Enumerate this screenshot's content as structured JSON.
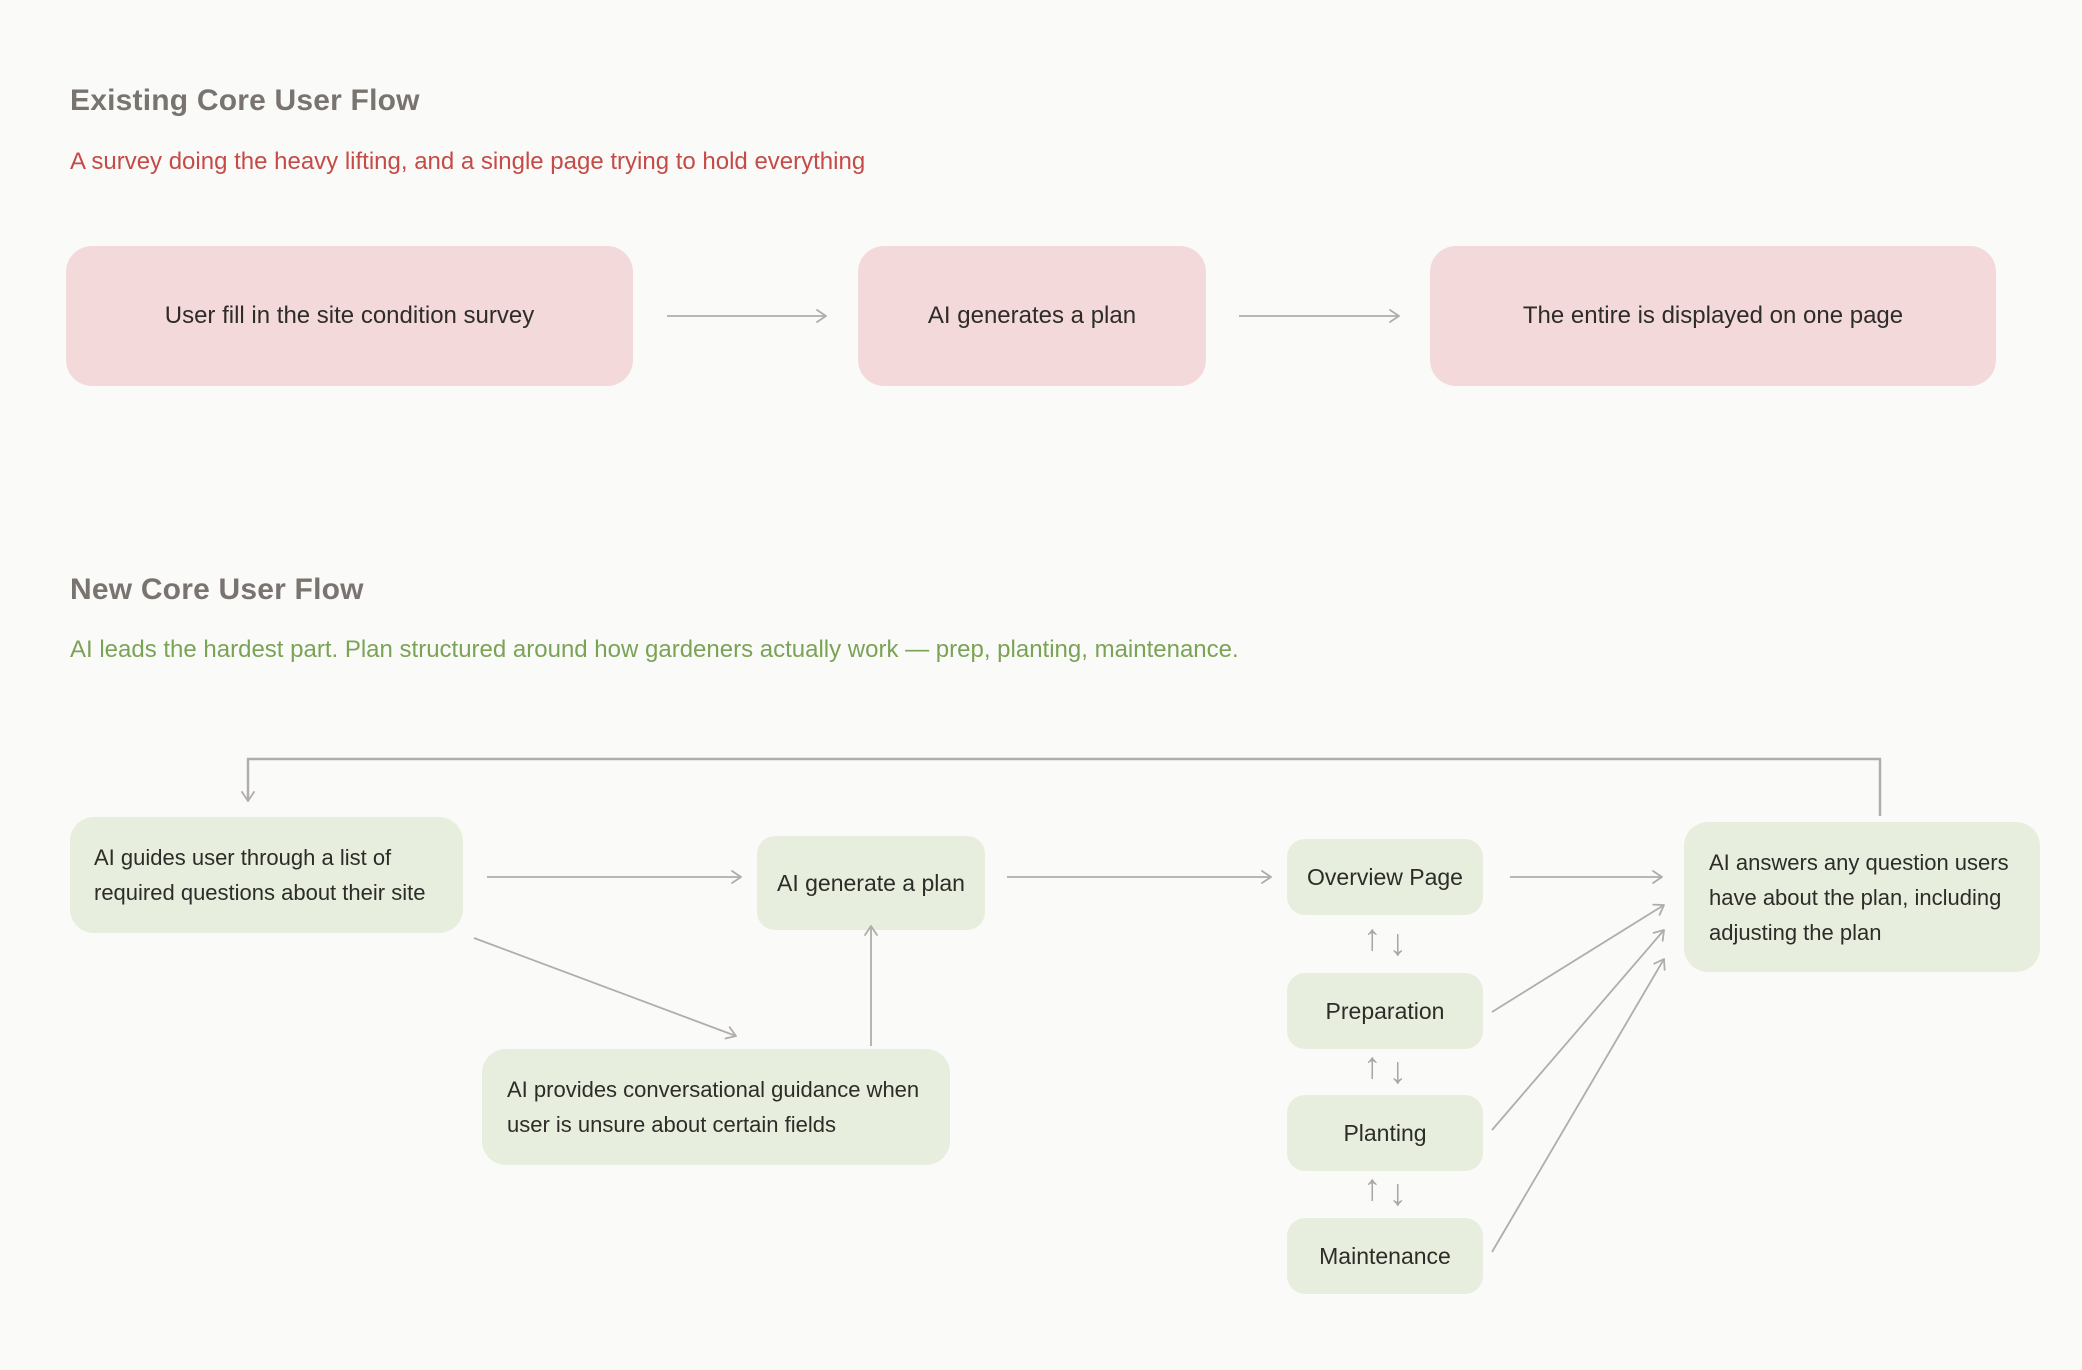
{
  "colors": {
    "page-bg": "#fafaf9",
    "pink-box": "#f4d9db",
    "green-box": "#e7eedd",
    "heading": "#797470",
    "red-accent": "#c64a45",
    "green-accent": "#7ba355",
    "arrow": "#b0adaa",
    "updown": "#aba7a3",
    "box-text": "#2d2c29"
  },
  "existing_flow": {
    "title": "Existing Core User Flow",
    "subtitle": "A survey doing the heavy lifting, and a single page trying to hold everything",
    "steps": [
      {
        "label": "User fill in the site condition survey"
      },
      {
        "label": "AI generates a plan"
      },
      {
        "label": "The entire is displayed on one page"
      }
    ]
  },
  "new_flow": {
    "title": "New Core User Flow",
    "subtitle": "AI leads the hardest part. Plan structured around how gardeners actually work — prep, planting, maintenance.",
    "nodes": {
      "guide_questions": [
        "AI guides user through a list of",
        "required questions about their site"
      ],
      "generate_plan": "AI generate a plan",
      "overview_page": "Overview Page",
      "preparation": "Preparation",
      "planting": "Planting",
      "maintenance": "Maintenance",
      "ai_answers": [
        "AI answers any question users",
        "have about the plan, including",
        "adjusting the plan"
      ],
      "conversational_guidance": [
        "AI provides conversational guidance when",
        "user is unsure about certain fields"
      ]
    },
    "icons": {
      "up_arrow": "↑",
      "down_arrow": "↓"
    }
  }
}
